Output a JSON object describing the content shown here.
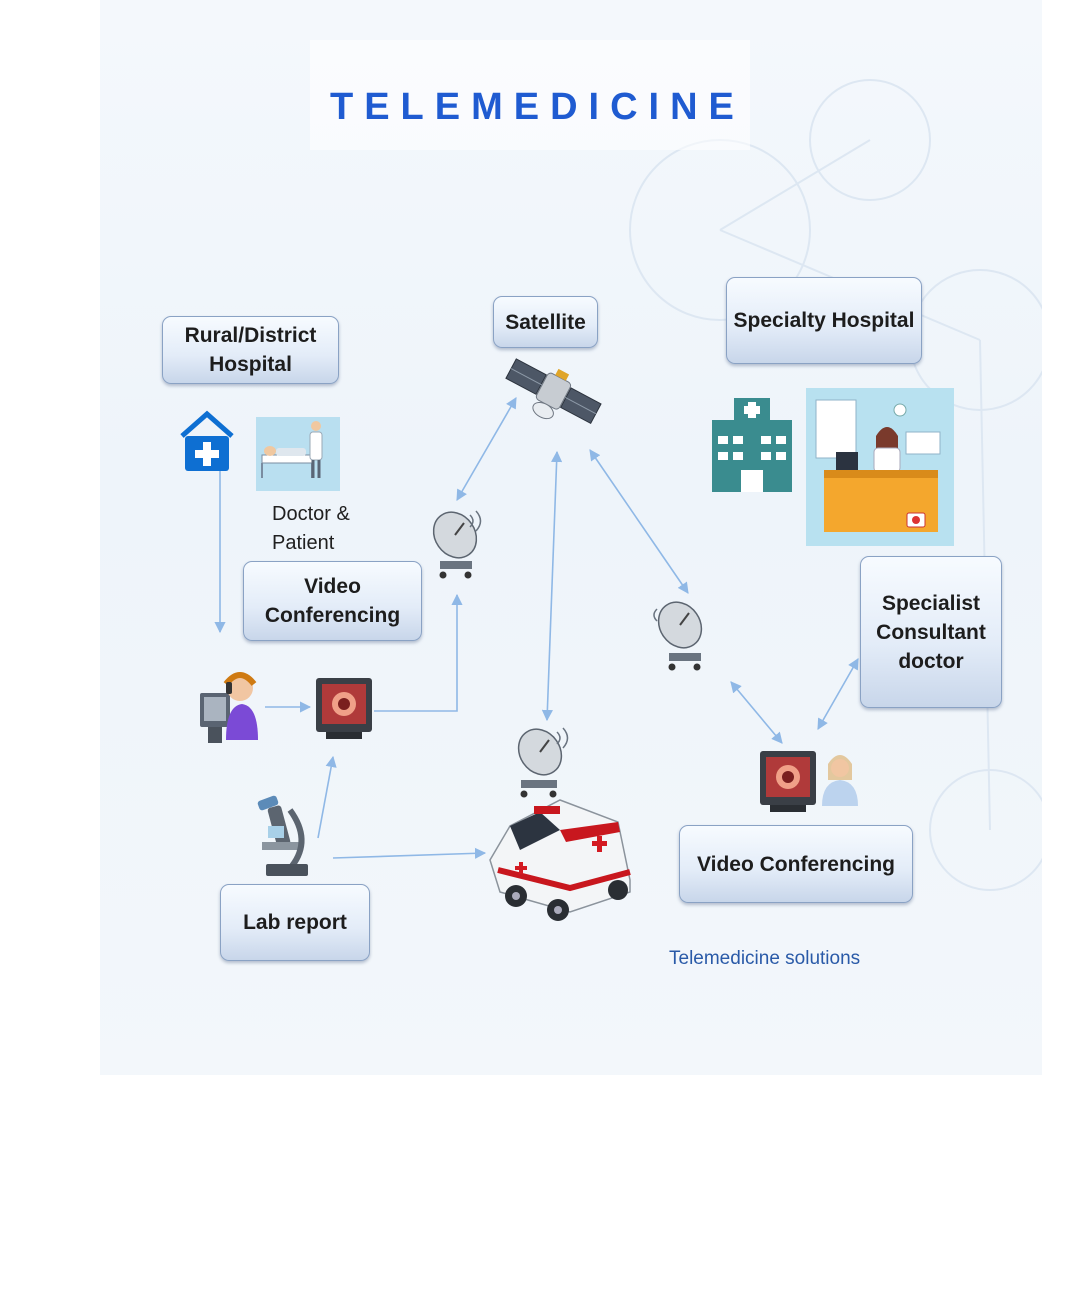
{
  "title": "TELEMEDICINE",
  "nodes": {
    "rural_hospital": "Rural/District Hospital",
    "satellite": "Satellite",
    "specialty_hospital": "Specialty Hospital",
    "doctor_patient": "Doctor & Patient",
    "video_conf_left": "Video Conferencing",
    "specialist": "Specialist Consultant doctor",
    "video_conf_right": "Video Conferencing",
    "lab_report": "Lab report"
  },
  "footer": "Telemedicine solutions",
  "colors": {
    "title": "#1f5bd1",
    "arrow": "#8fb8e6",
    "footer": "#2a5aa8"
  },
  "icons": [
    "hospital-home-icon",
    "bed-patient-icon",
    "satellite-icon",
    "hospital-building-icon",
    "doctor-desk-icon",
    "satellite-dish-icon",
    "operator-headset-icon",
    "monitor-icon",
    "microscope-icon",
    "ambulance-icon",
    "nurse-icon"
  ]
}
